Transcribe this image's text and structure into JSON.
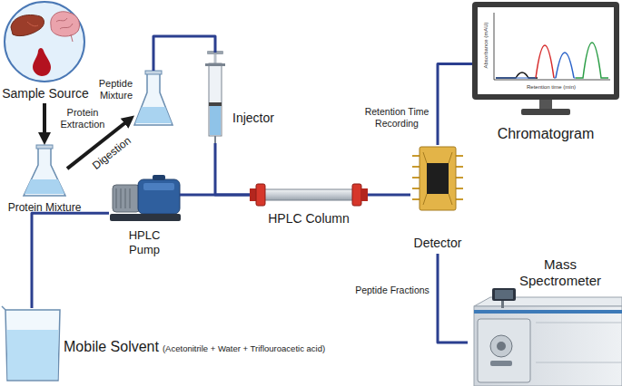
{
  "diagram": {
    "nodes": [
      {
        "text": [
          "Sample Source"
        ]
      },
      {
        "text": [
          "Protein Mixture"
        ]
      },
      {
        "text": [
          "Peptide Mixture"
        ]
      },
      {
        "text": [
          "Injector"
        ]
      },
      {
        "text": [
          "HPLC Pump"
        ]
      },
      {
        "text": [
          "HPLC Column"
        ]
      },
      {
        "text": [
          "Detector"
        ]
      },
      {
        "text": [
          "Chromatogram"
        ]
      },
      {
        "text": [
          "Mass Spectrometer"
        ]
      },
      {
        "text": [
          "Mobile Solvent",
          "(Acetonitrile + Water + Triflouroacetic acid)"
        ]
      }
    ],
    "edges": [
      {
        "from": 0,
        "to": 1,
        "label": "Protein Extraction",
        "arrow": "to"
      },
      {
        "from": 1,
        "to": 2,
        "label": "Digestion",
        "arrow": "to"
      },
      {
        "from": 2,
        "to": 3,
        "arrow": "none"
      },
      {
        "from": 3,
        "to": 5,
        "arrow": "none"
      },
      {
        "from": 4,
        "to": 5,
        "arrow": "none"
      },
      {
        "from": 9,
        "to": 4,
        "arrow": "none"
      },
      {
        "from": 5,
        "to": 6,
        "arrow": "none"
      },
      {
        "from": 6,
        "to": 7,
        "label": "Retention Time Recording",
        "arrow": "none"
      },
      {
        "from": 6,
        "to": 8,
        "label": "Peptide Fractions",
        "arrow": "none"
      }
    ],
    "labels": [
      "Absorbance (mAU)",
      "Retention time (min)"
    ]
  }
}
